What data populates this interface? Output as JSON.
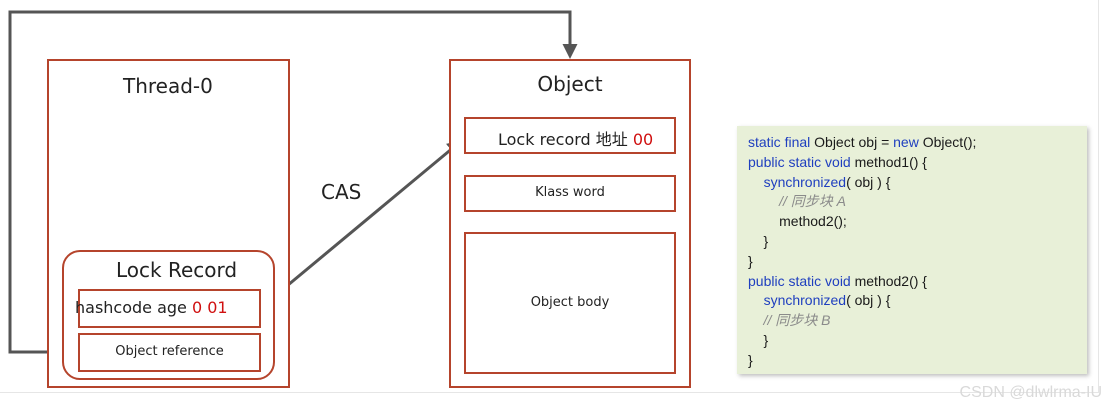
{
  "thread": {
    "title": "Thread-0",
    "lock_record": {
      "title": "Lock Record",
      "hashcode_prefix": "hashcode age ",
      "hashcode_bits": "0 01",
      "object_reference": "Object reference"
    }
  },
  "object": {
    "title": "Object",
    "lock_record_prefix": "Lock record 地址 ",
    "lock_record_bits": "00",
    "klass_word": "Klass word",
    "object_body": "Object body"
  },
  "cas_label": "CAS",
  "code": {
    "lines": [
      [
        {
          "t": "static final ",
          "k": "kw"
        },
        {
          "t": "Object obj = ",
          "k": "n"
        },
        {
          "t": "new ",
          "k": "kw"
        },
        {
          "t": "Object();",
          "k": "n"
        }
      ],
      [
        {
          "t": "public static void ",
          "k": "kw"
        },
        {
          "t": "method1() {",
          "k": "n"
        }
      ],
      [
        {
          "t": "    ",
          "k": "n"
        },
        {
          "t": "synchronized",
          "k": "kw"
        },
        {
          "t": "( obj ) {",
          "k": "n"
        }
      ],
      [
        {
          "t": "        // 同步块 A",
          "k": "cm"
        }
      ],
      [
        {
          "t": "        method2();",
          "k": "n"
        }
      ],
      [
        {
          "t": "    }",
          "k": "n"
        }
      ],
      [
        {
          "t": "}",
          "k": "n"
        }
      ],
      [
        {
          "t": "public static void ",
          "k": "kw"
        },
        {
          "t": "method2() {",
          "k": "n"
        }
      ],
      [
        {
          "t": "    ",
          "k": "n"
        },
        {
          "t": "synchronized",
          "k": "kw"
        },
        {
          "t": "( obj ) {",
          "k": "n"
        }
      ],
      [
        {
          "t": "    // 同步块 B",
          "k": "cm"
        }
      ],
      [
        {
          "t": "    }",
          "k": "n"
        }
      ],
      [
        {
          "t": "}",
          "k": "n"
        }
      ]
    ]
  },
  "watermark": "CSDN @dlwlrma-IU",
  "colors": {
    "box_border": "#b5442c",
    "bits_red": "#d01010",
    "code_bg": "#e8f0d8",
    "keyword_blue": "#1f3fbf",
    "arrow": "#555555"
  }
}
